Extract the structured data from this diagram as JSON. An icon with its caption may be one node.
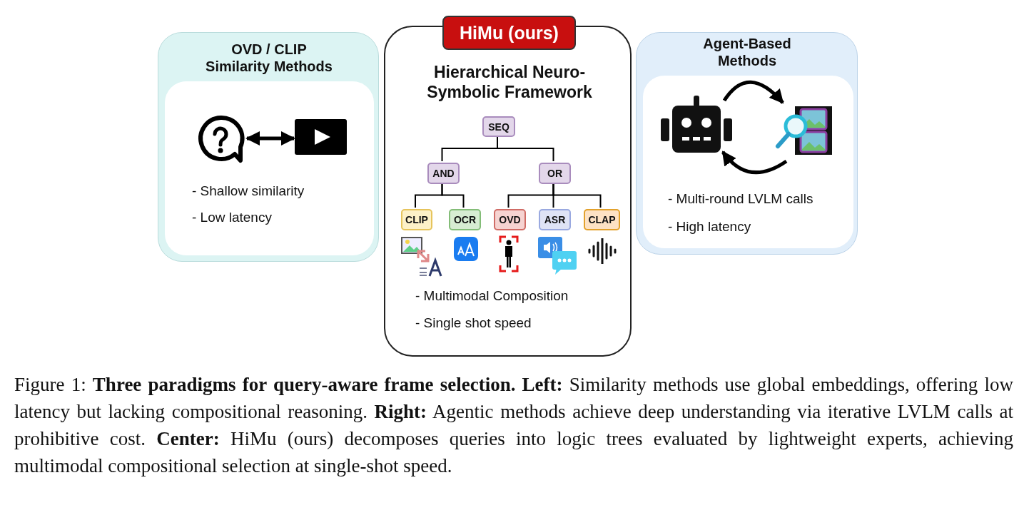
{
  "diagram": {
    "caption": "Figure 1: **Three paradigms for query-aware frame selection.** **Left:** Similarity methods use global embeddings, offering low latency but lacking compositional reasoning. **Right:** Agentic methods achieve deep understanding via iterative LVLM calls at prohibitive cost. **Center:** HiMu (ours) decomposes queries into logic trees evaluated by lightweight experts, achieving multimodal compositional selection at single-shot speed.",
    "nodes": [
      {
        "text": [
          "OVD / CLIP Similarity Methods"
        ]
      },
      {
        "text": [
          "- Shallow similarity",
          "- Low latency"
        ],
        "in": 0
      },
      {
        "text": [],
        "shape": "bubble",
        "in": 1
      },
      {
        "text": [],
        "shape": "box",
        "in": 1
      },
      {
        "text": [
          "HiMu (ours)",
          "Hierarchical Neuro-Symbolic Framework",
          "- Multimodal Composition",
          "- Single shot speed"
        ]
      },
      {
        "text": [
          "SEQ"
        ],
        "in": 4
      },
      {
        "text": [
          "AND"
        ],
        "in": 4
      },
      {
        "text": [
          "OR"
        ],
        "in": 4
      },
      {
        "text": [
          "CLIP"
        ],
        "in": 4
      },
      {
        "text": [
          "OCR"
        ],
        "in": 4
      },
      {
        "text": [
          "OVD"
        ],
        "in": 4
      },
      {
        "text": [
          "ASR"
        ],
        "in": 4
      },
      {
        "text": [
          "CLAP"
        ],
        "in": 4
      },
      {
        "text": [
          "Agent-Based Methods"
        ]
      },
      {
        "text": [
          "- Multi-round LVLM calls",
          "- High latency"
        ],
        "in": 13
      },
      {
        "text": [],
        "shape": "robot",
        "in": 14
      },
      {
        "text": [],
        "shape": "picture",
        "in": 14
      }
    ],
    "edges": [
      {
        "from": 2,
        "to": 3,
        "arrow": "both",
        "style": "thick"
      },
      {
        "from": 5,
        "to": 6,
        "arrow": "none"
      },
      {
        "from": 5,
        "to": 7,
        "arrow": "none"
      },
      {
        "from": 6,
        "to": 8,
        "arrow": "none"
      },
      {
        "from": 6,
        "to": 9,
        "arrow": "none"
      },
      {
        "from": 7,
        "to": 10,
        "arrow": "none"
      },
      {
        "from": 7,
        "to": 11,
        "arrow": "none"
      },
      {
        "from": 7,
        "to": 12,
        "arrow": "none"
      },
      {
        "from": 15,
        "to": 16,
        "arrow": "to",
        "style": "thick"
      },
      {
        "from": 16,
        "to": 15,
        "arrow": "to",
        "style": "thick"
      }
    ]
  }
}
